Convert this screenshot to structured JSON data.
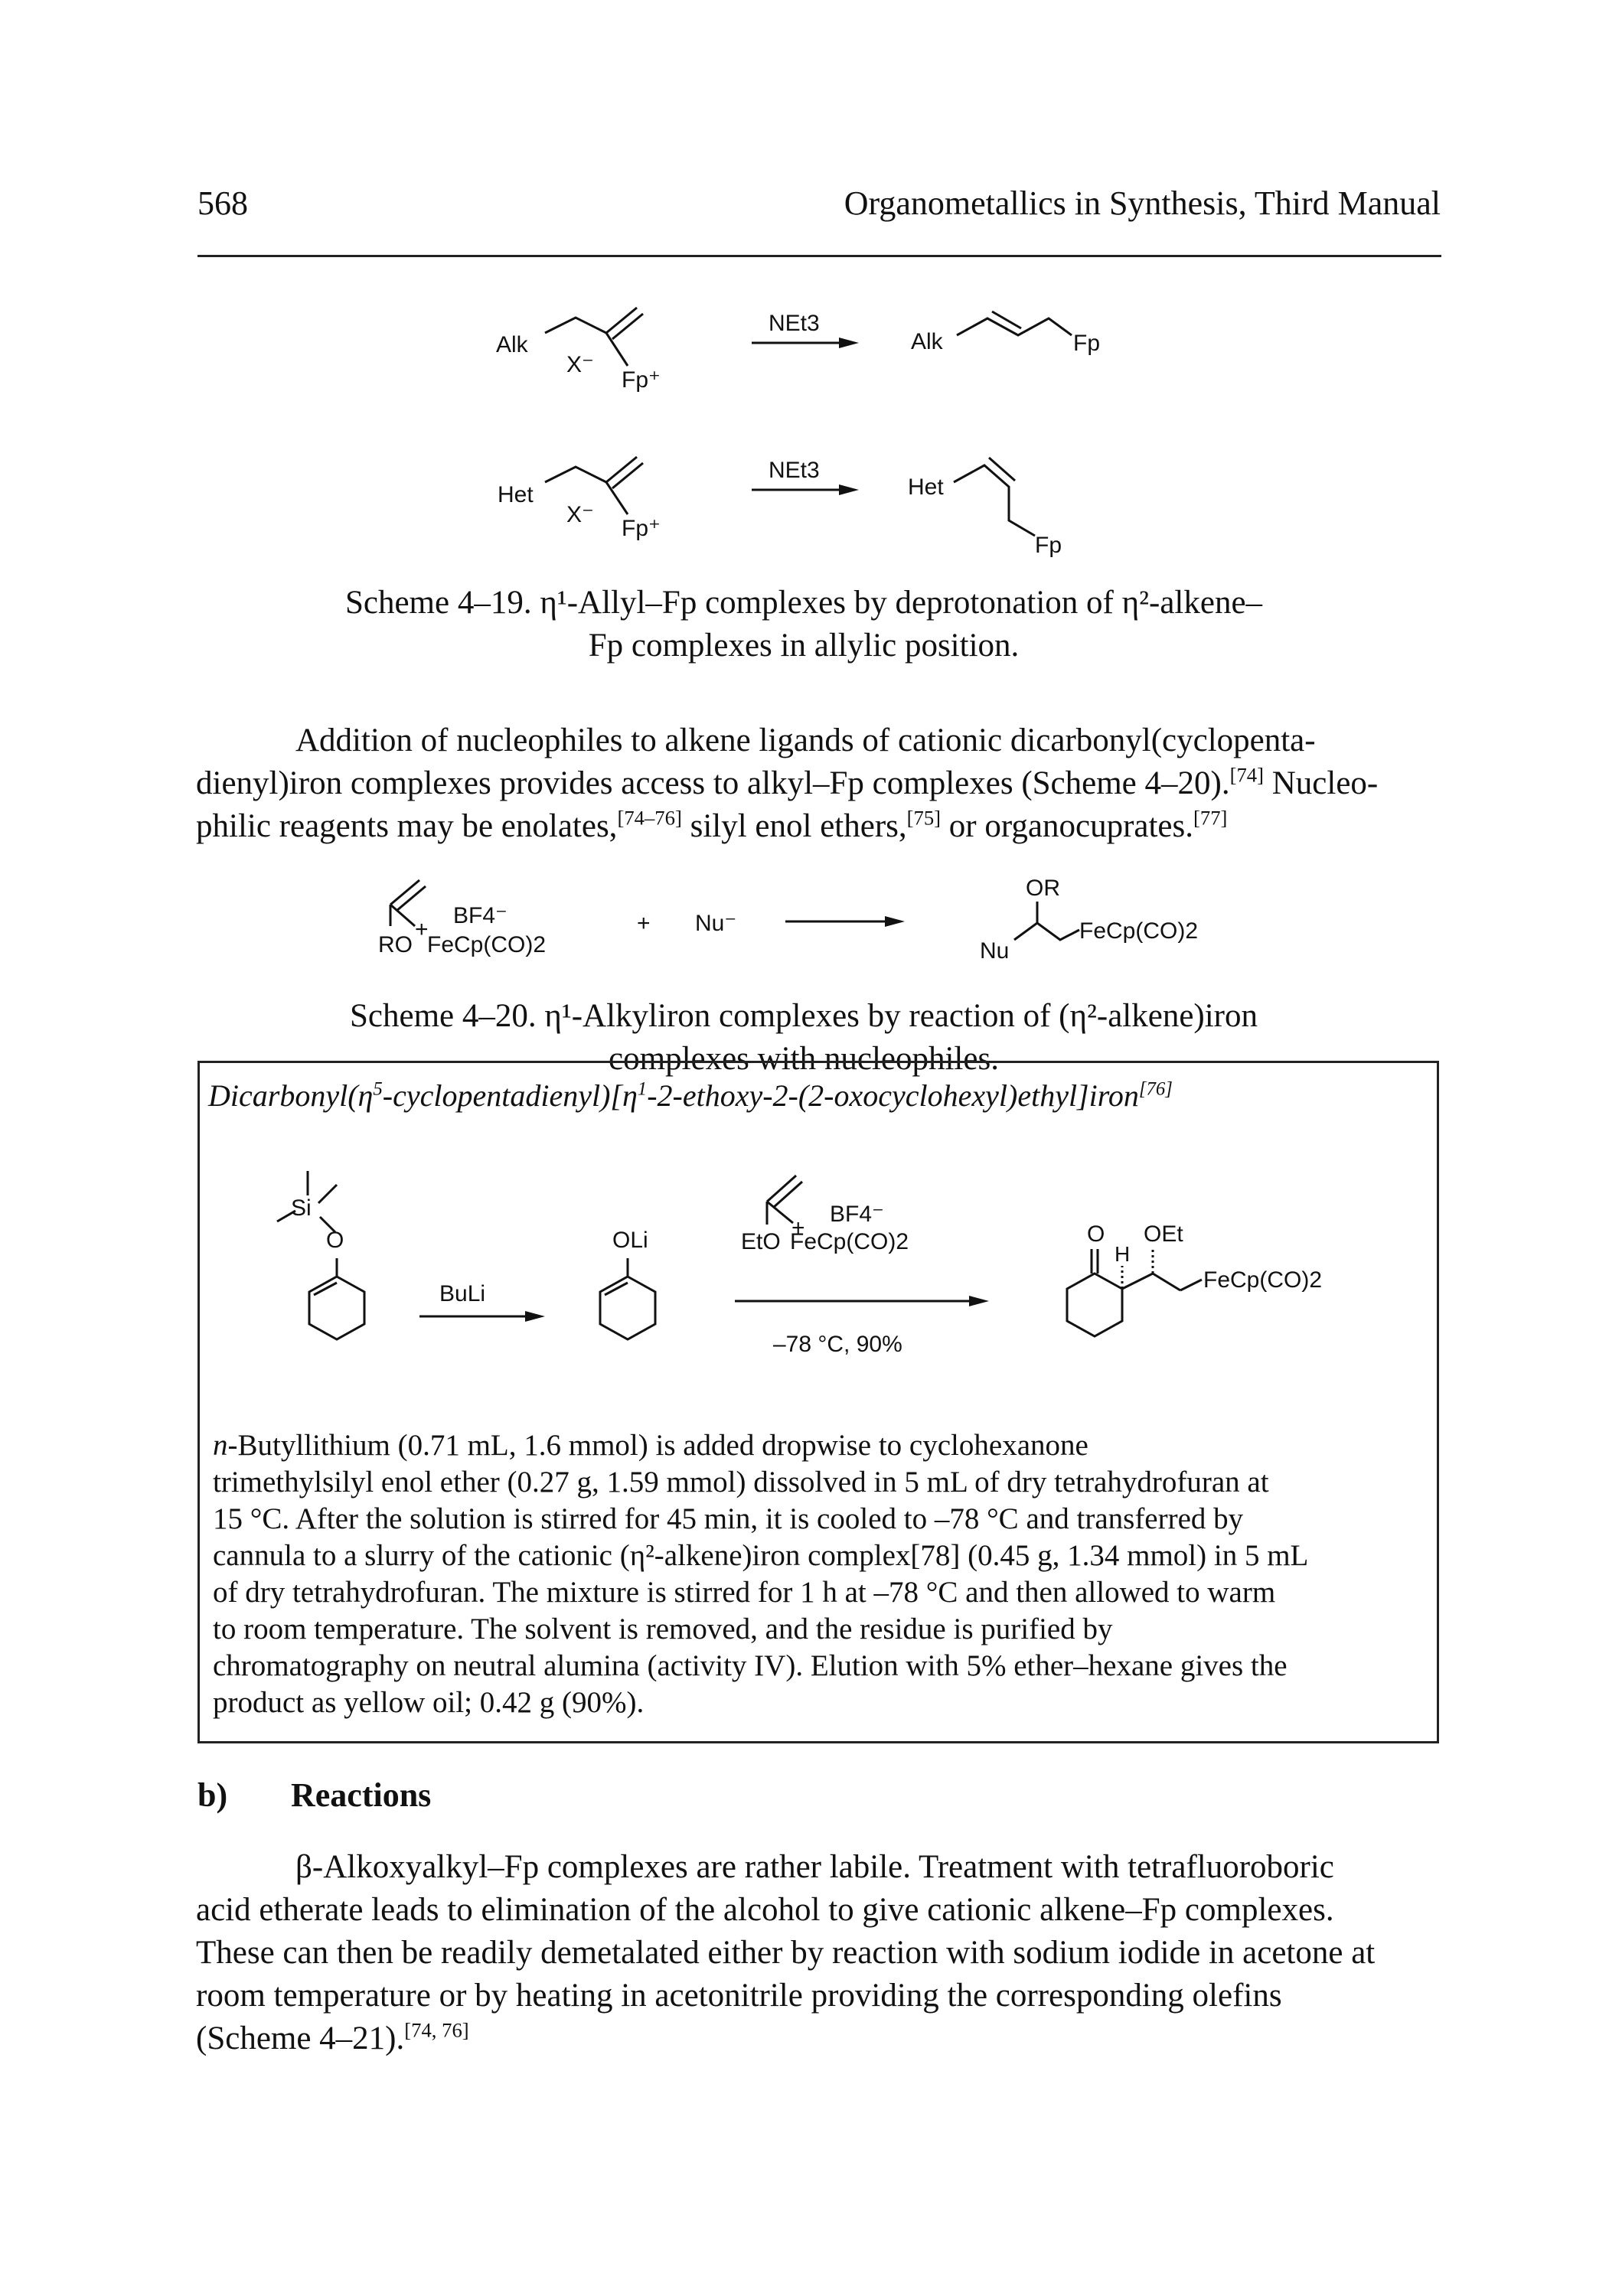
{
  "header": {
    "page_number": "568",
    "book_title": "Organometallics in Synthesis, Third Manual"
  },
  "scheme_4_19": {
    "row1": {
      "reactant_alkyl": "Alk",
      "counterion": "X⁻",
      "fp_cation": "Fp⁺",
      "reagent": "NEt3",
      "product_alkyl": "Alk",
      "product_fp": "Fp"
    },
    "row2": {
      "reactant_het": "Het",
      "counterion": "X⁻",
      "fp_cation": "Fp⁺",
      "reagent": "NEt3",
      "product_het": "Het",
      "product_fp": "Fp"
    },
    "caption_line1": "Scheme 4–19.  η¹-Allyl–Fp complexes by deprotonation of η²-alkene–",
    "caption_line2": "Fp complexes in allylic position."
  },
  "paragraph_nucleophiles": {
    "line1": "Addition of nucleophiles to alkene ligands of cationic dicarbonyl(cyclopenta-",
    "line2a": "dienyl)iron complexes provides access to alkyl–Fp complexes (Scheme 4–20).",
    "line2_ref": "[74]",
    "line2b": " Nucleo-",
    "line3a": "philic reagents may be enolates,",
    "line3_ref1": "[74–76]",
    "line3b": " silyl enol ethers,",
    "line3_ref2": "[75]",
    "line3c": " or organocuprates.",
    "line3_ref3": "[77]"
  },
  "scheme_4_20": {
    "ro": "RO",
    "plus_charge": "+",
    "bf4": "BF4⁻",
    "fecp": "FeCp(CO)2",
    "plus": "+",
    "nu": "Nu⁻",
    "product_or": "OR",
    "product_nu": "Nu",
    "product_fecp": "FeCp(CO)2",
    "caption_line1": "Scheme 4–20.  η¹-Alkyliron complexes by reaction of (η²-alkene)iron",
    "caption_line2": "complexes with nucleophiles."
  },
  "procedure_box": {
    "title_pre": "Dicarbonyl(η",
    "title_sup1": "5",
    "title_mid": "-cyclopentadienyl)[η",
    "title_sup2": "1",
    "title_post": "-2-ethoxy-2-(2-oxocyclohexyl)ethyl]iron",
    "title_ref": "[76]",
    "scheme": {
      "si": "Si",
      "o": "O",
      "buli": "BuLi",
      "oli": "OLi",
      "eto": "EtO",
      "plus_charge": "+",
      "bf4": "BF4⁻",
      "fecp": "FeCp(CO)2",
      "conditions": "–78 °C, 90%",
      "product_o": "O",
      "product_h": "H",
      "product_oet": "OEt",
      "product_fecp": "FeCp(CO)2"
    },
    "text": [
      "n-Butyllithium (0.71 mL, 1.6 mmol) is added dropwise to cyclohexanone",
      "trimethylsilyl enol ether (0.27 g, 1.59 mmol) dissolved in 5 mL of dry tetrahydrofuran at",
      "15 °C. After the solution is stirred for 45 min, it is cooled to –78 °C and transferred by",
      "cannula to a slurry of the cationic (η²-alkene)iron complex[78] (0.45 g, 1.34 mmol) in 5 mL",
      "of dry tetrahydrofuran. The mixture is stirred for 1 h at –78 °C and then allowed to warm",
      "to room temperature. The solvent is removed, and the residue is purified by",
      "chromatography on neutral alumina (activity IV). Elution with 5% ether–hexane gives the",
      "product as yellow oil; 0.42 g (90%)."
    ]
  },
  "section_b": {
    "label": "b)",
    "heading": "Reactions",
    "paragraph": [
      "β-Alkoxyalkyl–Fp complexes are rather labile. Treatment with tetrafluoroboric",
      "acid etherate leads to elimination of the alcohol to give cationic alkene–Fp complexes.",
      "These can then be readily demetalated either by reaction with sodium iodide in acetone at",
      "room temperature or by heating in acetonitrile providing the corresponding olefins"
    ],
    "last_line": "(Scheme 4–21).",
    "last_ref": "[74, 76]"
  }
}
